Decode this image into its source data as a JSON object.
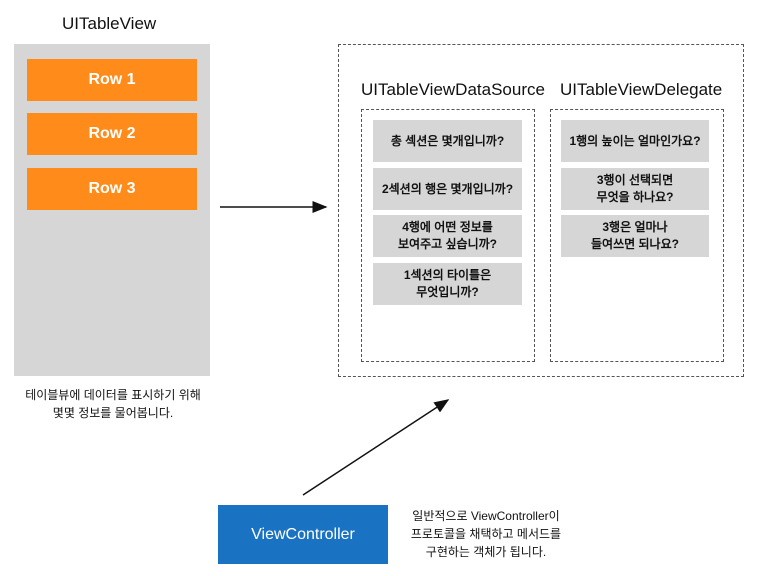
{
  "tableview": {
    "title": "UITableView",
    "rows": [
      "Row 1",
      "Row 2",
      "Row 3"
    ],
    "caption_line1": "테이블뷰에 데이터를 표시하기 위해",
    "caption_line2": "몇몇 정보를 물어봅니다."
  },
  "datasource": {
    "title": "UITableViewDataSource",
    "questions": [
      "총 섹션은 몇개입니까?",
      "2섹션의 행은 몇개입니까?",
      "4행에 어떤 정보를\n보여주고 싶습니까?",
      "1섹션의 타이틀은\n무엇입니까?"
    ]
  },
  "delegate": {
    "title": "UITableViewDelegate",
    "questions": [
      "1행의 높이는 얼마인가요?",
      "3행이 선택되면\n무엇을 하나요?",
      "3행은 얼마나\n들여쓰면 되나요?"
    ]
  },
  "viewcontroller": {
    "label": "ViewController",
    "caption": "일반적으로 ViewController이\n프로토콜을 채택하고 메서드를\n구현하는 객체가 됩니다."
  },
  "colors": {
    "row": "#ff8c1a",
    "tableview_bg": "#d6d6d6",
    "question_bg": "#d6d6d6",
    "viewcontroller_bg": "#1a73c2"
  }
}
